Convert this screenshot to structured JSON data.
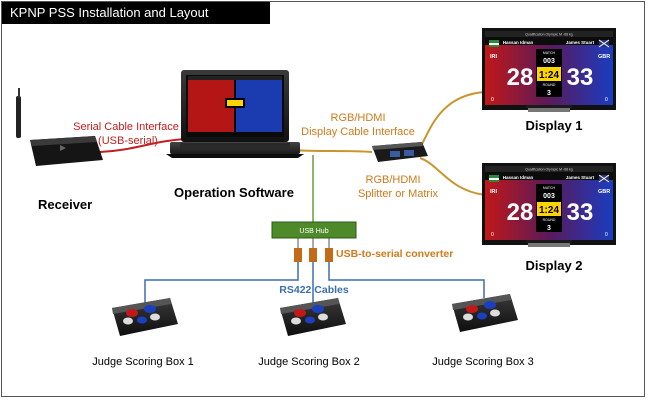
{
  "title": "KPNP PSS Installation and Layout",
  "receiver": {
    "label": "Receiver"
  },
  "serial_label": {
    "line1": "Serial Cable Interface",
    "line2": "(USB-serial)"
  },
  "operation": {
    "label": "Operation Software"
  },
  "rgb_label": {
    "line1": "RGB/HDMI",
    "line2": "Display Cable Interface"
  },
  "splitter_label": {
    "line1": "RGB/HDMI",
    "line2": "Splitter or Matrix"
  },
  "usb_hub": {
    "label": "USB Hub"
  },
  "converter_label": "USB-to-serial converter",
  "rs422_label": "RS422 Cables",
  "scoreboard": {
    "header": "Qualification Olympic M -68 kg",
    "red_name": "Hassan Idman",
    "blue_name": "James Stuart",
    "red_country": "IRI",
    "blue_country": "GBR",
    "red_score": "28",
    "blue_score": "33",
    "match_label": "MATCH",
    "match_no": "003",
    "time": "1:24",
    "round_label": "ROUND",
    "round_no": "3",
    "penalty_left": "0",
    "penalty_right": "0"
  },
  "displays": [
    {
      "label": "Display 1"
    },
    {
      "label": "Display 2"
    }
  ],
  "judges": [
    {
      "label": "Judge Scoring Box 1"
    },
    {
      "label": "Judge Scoring Box 2"
    },
    {
      "label": "Judge Scoring Box 3"
    }
  ],
  "colors": {
    "cable_orange": "#c9962e",
    "cable_blue": "#3c6fb0",
    "serial_red": "#c22020",
    "usb_hub_green": "#4f8a2a",
    "label_orange": "#d07a1a"
  }
}
